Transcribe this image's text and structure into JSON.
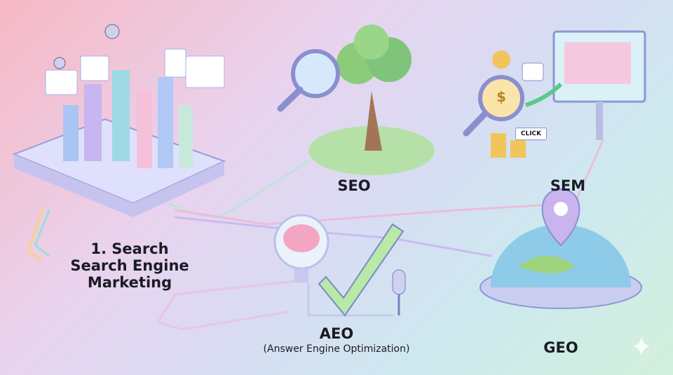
{
  "labels": {
    "main_line1": "1. Search",
    "main_line2": "Search Engine",
    "main_line3": "Marketing",
    "seo": "SEO",
    "sem": "SEM",
    "aeo": "AEO",
    "aeo_sub": "(Answer Engine Optimization)",
    "geo": "GEO",
    "click_button": "CLICK",
    "dollar": "$"
  },
  "colors": {
    "accent_pink": "#f4a7c8",
    "accent_teal": "#8fe3d6",
    "accent_purple": "#b9a3f0",
    "accent_yellow": "#f5d57a"
  }
}
